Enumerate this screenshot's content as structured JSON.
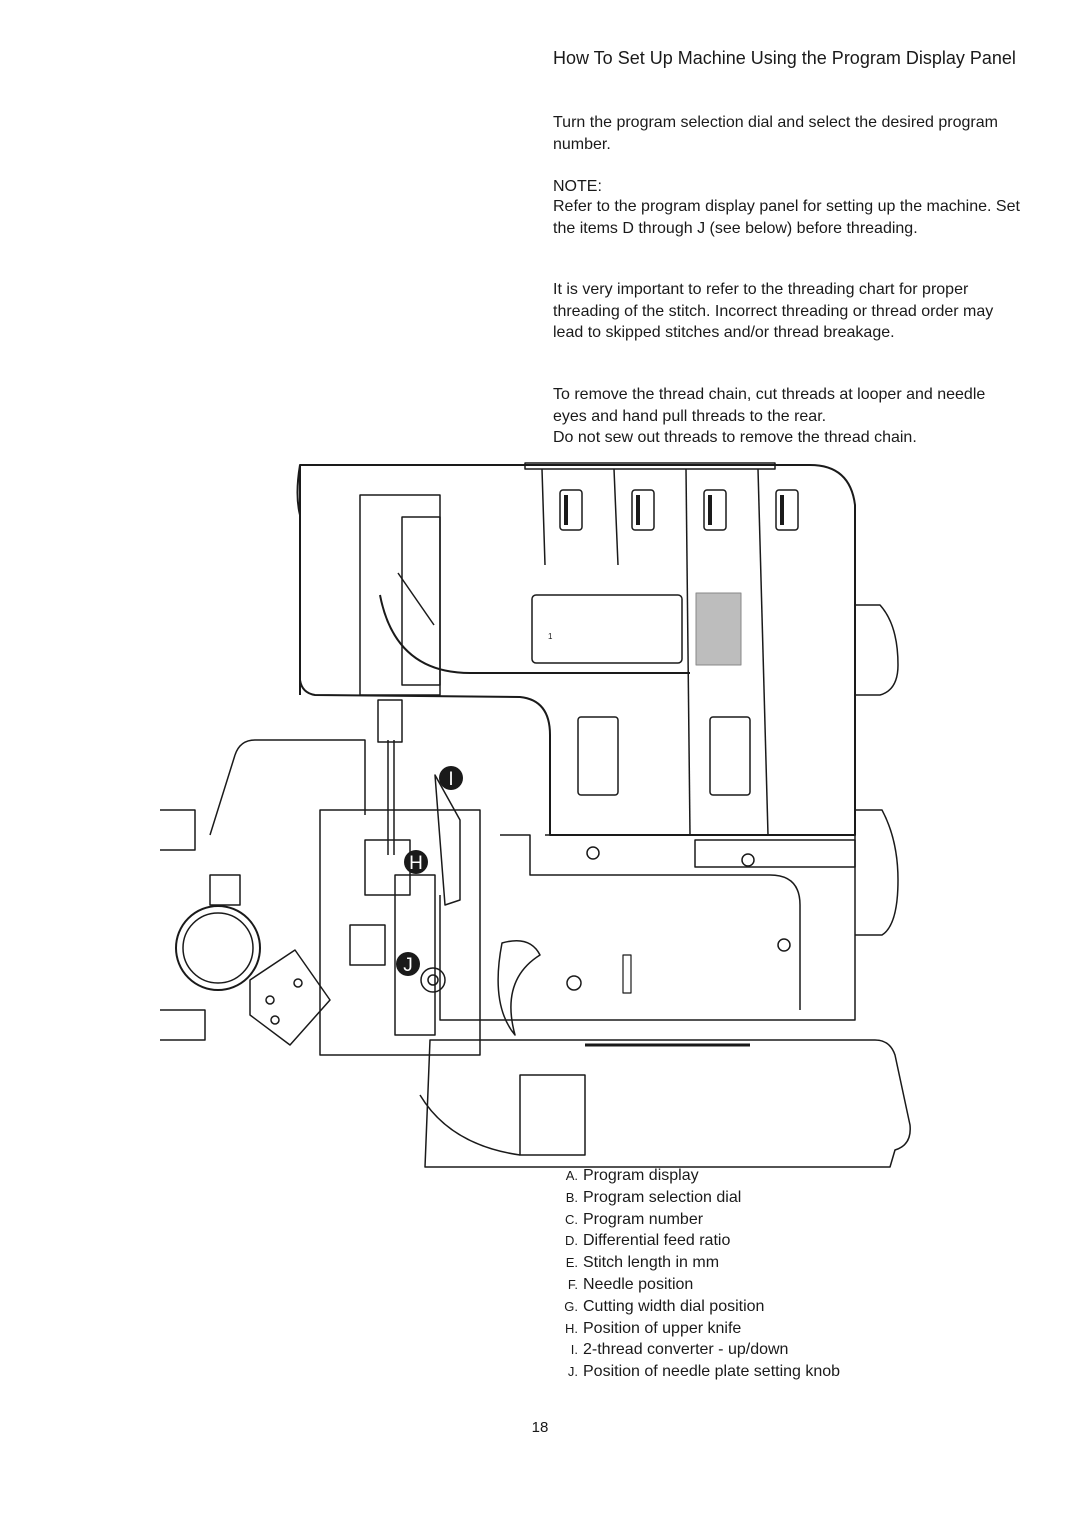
{
  "heading": "How To Set Up Machine Using the Program Display Panel",
  "intro": "Turn the program selection dial and select the desired program number.",
  "note_label": "NOTE:",
  "note_text": "Refer to the program display panel for setting up the machine. Set the items D through J (see below) before threading.",
  "important_text": "It is very important to refer to the threading chart for proper threading of the stitch. Incorrect threading or thread order may lead to skipped stitches and/or thread breakage.",
  "remove_text_1": "To remove the thread chain, cut threads at looper and needle eyes and hand pull threads to the rear.",
  "remove_text_2": "Do not sew out threads to remove the thread chain.",
  "diagram": {
    "callouts": [
      "I",
      "H",
      "J"
    ],
    "display_digit": "1"
  },
  "legend": [
    {
      "key": "A.",
      "label": "Program display"
    },
    {
      "key": "B.",
      "label": "Program selection dial"
    },
    {
      "key": "C.",
      "label": "Program number"
    },
    {
      "key": "D.",
      "label": "Differential feed ratio"
    },
    {
      "key": "E.",
      "label": "Stitch length in mm"
    },
    {
      "key": "F.",
      "label": "Needle position"
    },
    {
      "key": "G.",
      "label": "Cutting width dial position"
    },
    {
      "key": "H.",
      "label": "Position of upper knife"
    },
    {
      "key": "I.",
      "label": "2-thread converter - up/down"
    },
    {
      "key": "J.",
      "label": "Position of needle plate setting knob"
    }
  ],
  "page_number": "18"
}
